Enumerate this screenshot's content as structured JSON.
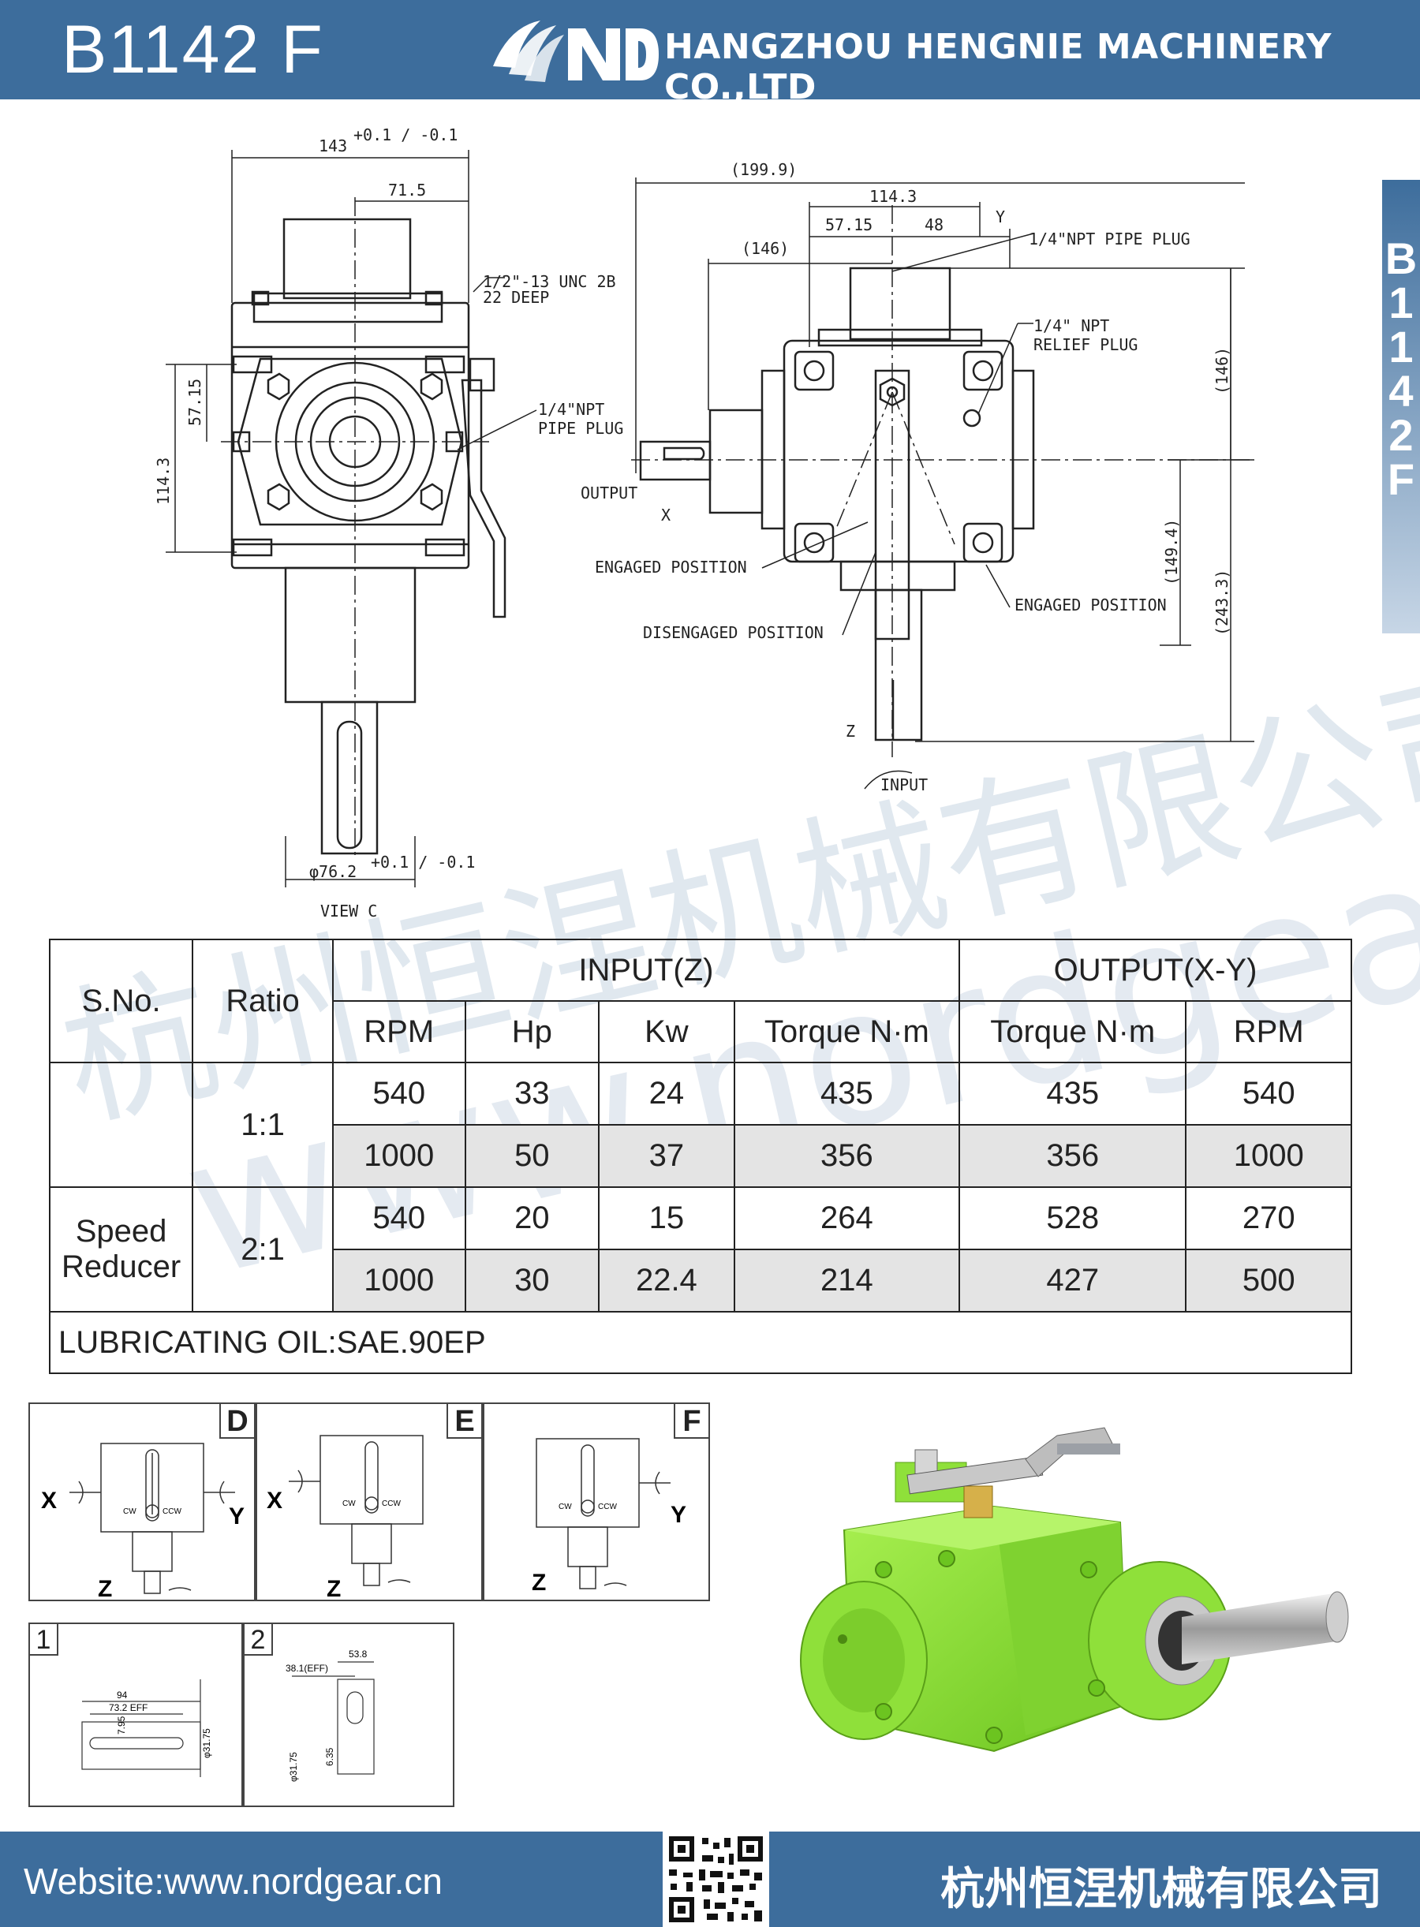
{
  "header": {
    "model": "B1142 F",
    "company": "HANGZHOU HENGNIE MACHINERY CO.,LTD"
  },
  "side_tab": {
    "text": "B1142F"
  },
  "drawing": {
    "dim_143": "143",
    "tol_143": "+0.1 / -0.1",
    "dim_71_5": "71.5",
    "dim_57_15": "57.15",
    "dim_114_3": "114.3",
    "thread_note_1": "1/2\"-13 UNC 2B",
    "thread_note_2": "22 DEEP",
    "plug_left_1": "1/4\"NPT",
    "plug_left_2": "PIPE PLUG",
    "output_label": "OUTPUT",
    "x_label": "X",
    "dia_76_2": "φ76.2",
    "tol_76_2": "+0.1 / -0.1",
    "view_c": "VIEW C",
    "dim_199_9": "(199.9)",
    "dim_114_3_right": "114.3",
    "dim_57_15_right": "57.15",
    "dim_48": "48",
    "y_label": "Y",
    "dim_146_top": "(146)",
    "plug_top": "1/4\"NPT PIPE PLUG",
    "relief_1": "1/4\" NPT",
    "relief_2": "RELIEF PLUG",
    "dim_146_side": "(146)",
    "dim_149_4": "(149.4)",
    "dim_243_3": "(243.3)",
    "engaged_left": "ENGAGED POSITION",
    "engaged_right": "ENGAGED POSITION",
    "disengaged": "DISENGAGED POSITION",
    "z_label": "Z",
    "input_label": "INPUT"
  },
  "watermark": {
    "cn": "杭州恒涅机械有限公司",
    "url": "www.nordgear.cn"
  },
  "table": {
    "headers": {
      "sno": "S.No.",
      "ratio": "Ratio",
      "input": "INPUT(Z)",
      "output": "OUTPUT(X-Y)",
      "cols": [
        "RPM",
        "Hp",
        "Kw",
        "Torque N·m",
        "Torque N·m",
        "RPM"
      ]
    },
    "groups": [
      {
        "sno": "",
        "ratio": "1:1",
        "rows": [
          [
            "540",
            "33",
            "24",
            "435",
            "435",
            "540"
          ],
          [
            "1000",
            "50",
            "37",
            "356",
            "356",
            "1000"
          ]
        ]
      },
      {
        "sno": "Speed Reducer",
        "ratio": "2:1",
        "rows": [
          [
            "540",
            "20",
            "15",
            "264",
            "528",
            "270"
          ],
          [
            "1000",
            "30",
            "22.4",
            "214",
            "427",
            "500"
          ]
        ]
      }
    ],
    "footer": "LUBRICATING OIL:SAE.90EP"
  },
  "directions": [
    {
      "letter": "D",
      "x": "X",
      "y": "Y",
      "z": "Z",
      "cw": "CW",
      "ccw": "CCW"
    },
    {
      "letter": "E",
      "x": "X",
      "y": "",
      "z": "Z",
      "cw": "CW",
      "ccw": "CCW"
    },
    {
      "letter": "F",
      "x": "",
      "y": "Y",
      "z": "Z",
      "cw": "CW",
      "ccw": "CCW"
    }
  ],
  "shafts": [
    {
      "num": "1",
      "d1": "94",
      "d2": "73.2 EFF",
      "d3": "7.95",
      "d4": "φ31.75"
    },
    {
      "num": "2",
      "d1": "53.8",
      "d2": "38.1(EFF)",
      "d3": "6.35",
      "d4": "φ31.75"
    }
  ],
  "footer": {
    "website": "Website:www.nordgear.cn",
    "cn_name": "杭州恒涅机械有限公司"
  },
  "colors": {
    "brand_blue": "#3d6d9c",
    "gearbox_green": "#8fe03a"
  }
}
